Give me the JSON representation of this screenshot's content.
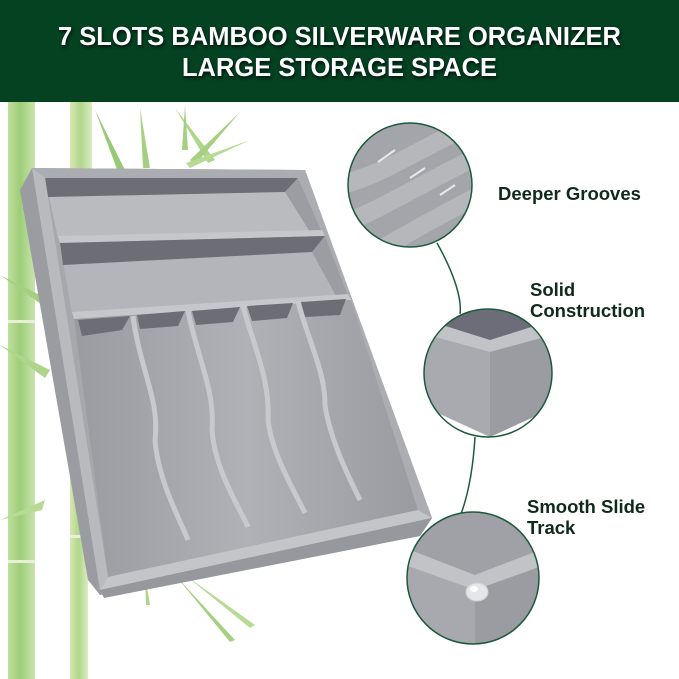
{
  "header": {
    "title_line1": "7 SLOTS BAMBOO SILVERWARE ORGANIZER",
    "title_line2": "LARGE STORAGE SPACE",
    "background_color": "#044222",
    "text_color": "#ffffff"
  },
  "product": {
    "name": "Bamboo silverware organizer",
    "color": "gray",
    "slots": 7
  },
  "features": [
    {
      "label": "Deeper Grooves",
      "icon": "groove-closeup-circle"
    },
    {
      "label": "Solid Construction",
      "label_line1": "Solid",
      "label_line2": "Construction",
      "icon": "corner-closeup-circle"
    },
    {
      "label": "Smooth Slide Track",
      "label_line1": "Smooth Slide",
      "label_line2": "Track",
      "icon": "bumper-closeup-circle"
    }
  ],
  "colors": {
    "accent_green": "#1d5a3a",
    "tray_gray": "#a2a3a8",
    "bamboo_green": "#9ccc74"
  }
}
